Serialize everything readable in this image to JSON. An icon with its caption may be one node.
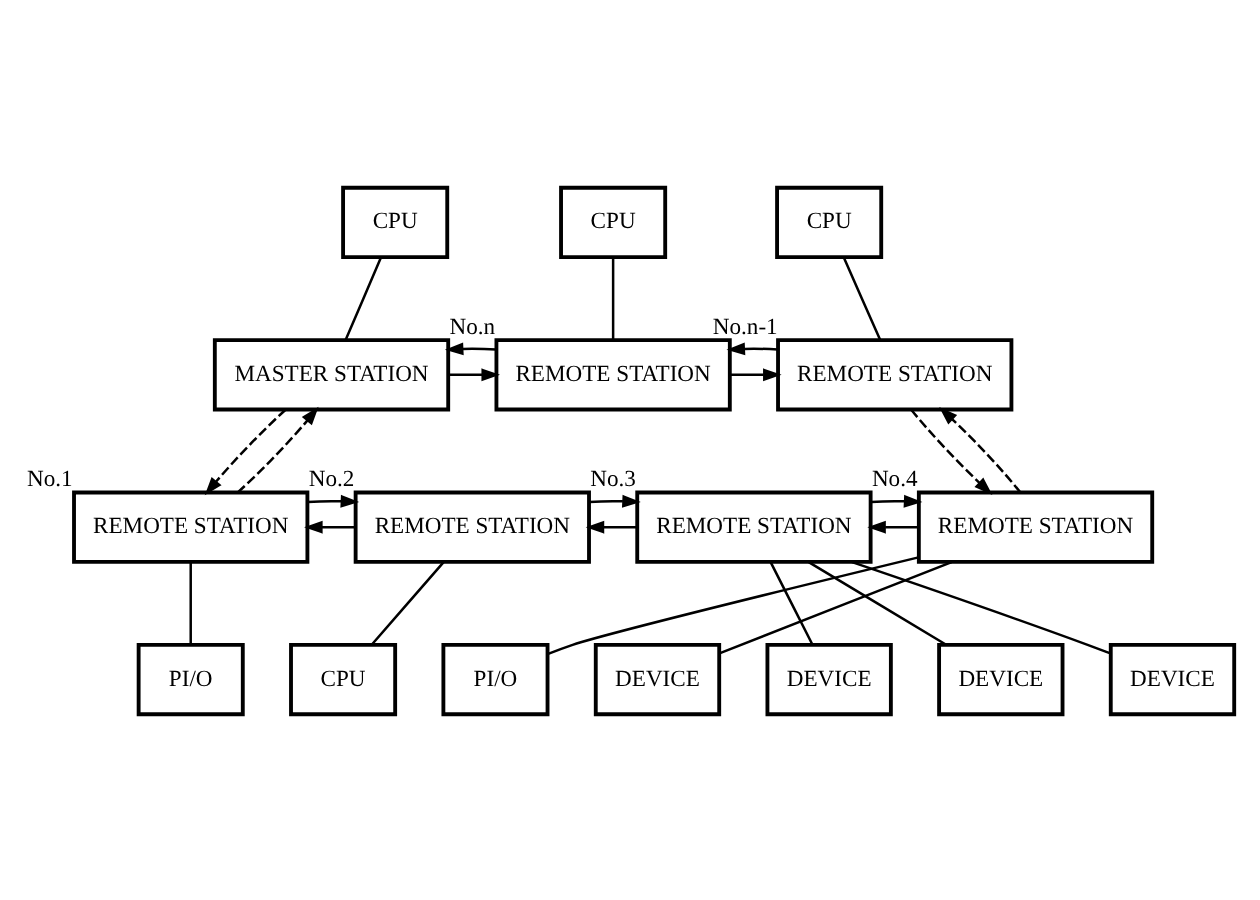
{
  "diagram": {
    "nodes": [
      {
        "text": [
          "CPU"
        ]
      },
      {
        "text": [
          "CPU"
        ]
      },
      {
        "text": [
          "CPU"
        ]
      },
      {
        "text": [
          "MASTER STATION"
        ]
      },
      {
        "text": [
          "REMOTE STATION"
        ],
        "beside": [
          "No.n"
        ]
      },
      {
        "text": [
          "REMOTE STATION"
        ],
        "beside": [
          "No.n-1"
        ]
      },
      {
        "text": [
          "REMOTE STATION"
        ],
        "beside": [
          "No.1"
        ]
      },
      {
        "text": [
          "REMOTE STATION"
        ],
        "beside": [
          "No.2"
        ]
      },
      {
        "text": [
          "REMOTE STATION"
        ],
        "beside": [
          "No.3"
        ]
      },
      {
        "text": [
          "REMOTE STATION"
        ],
        "beside": [
          "No.4"
        ]
      },
      {
        "text": [
          "PI/O"
        ]
      },
      {
        "text": [
          "CPU"
        ]
      },
      {
        "text": [
          "PI/O"
        ]
      },
      {
        "text": [
          "DEVICE"
        ]
      },
      {
        "text": [
          "DEVICE"
        ]
      },
      {
        "text": [
          "DEVICE"
        ]
      },
      {
        "text": [
          "DEVICE"
        ]
      }
    ],
    "edges": [
      {
        "from": 3,
        "to": 4,
        "arrow": "to"
      },
      {
        "from": 4,
        "to": 5,
        "arrow": "to"
      },
      {
        "from": 5,
        "to": 9,
        "arrow": "to",
        "style": "dashed"
      },
      {
        "from": 9,
        "to": 8,
        "arrow": "to"
      },
      {
        "from": 8,
        "to": 7,
        "arrow": "to"
      },
      {
        "from": 7,
        "to": 6,
        "arrow": "to"
      },
      {
        "from": 6,
        "to": 3,
        "arrow": "to",
        "style": "dashed"
      },
      {
        "from": 3,
        "to": 6,
        "arrow": "to",
        "style": "dashed"
      },
      {
        "from": 6,
        "to": 7,
        "arrow": "to"
      },
      {
        "from": 7,
        "to": 8,
        "arrow": "to"
      },
      {
        "from": 8,
        "to": 9,
        "arrow": "to"
      },
      {
        "from": 9,
        "to": 5,
        "arrow": "to",
        "style": "dashed"
      },
      {
        "from": 5,
        "to": 4,
        "arrow": "to"
      },
      {
        "from": 4,
        "to": 3,
        "arrow": "to"
      },
      {
        "from": 0,
        "to": 3,
        "arrow": "none"
      },
      {
        "from": 1,
        "to": 4,
        "arrow": "none"
      },
      {
        "from": 2,
        "to": 5,
        "arrow": "none"
      },
      {
        "from": 6,
        "to": 10,
        "arrow": "none"
      },
      {
        "from": 7,
        "to": 11,
        "arrow": "none"
      },
      {
        "from": 8,
        "to": 14,
        "arrow": "none"
      },
      {
        "from": 8,
        "to": 15,
        "arrow": "none"
      },
      {
        "from": 8,
        "to": 16,
        "arrow": "none"
      },
      {
        "from": 9,
        "to": 12,
        "arrow": "none"
      },
      {
        "from": 9,
        "to": 13,
        "arrow": "none"
      }
    ]
  }
}
